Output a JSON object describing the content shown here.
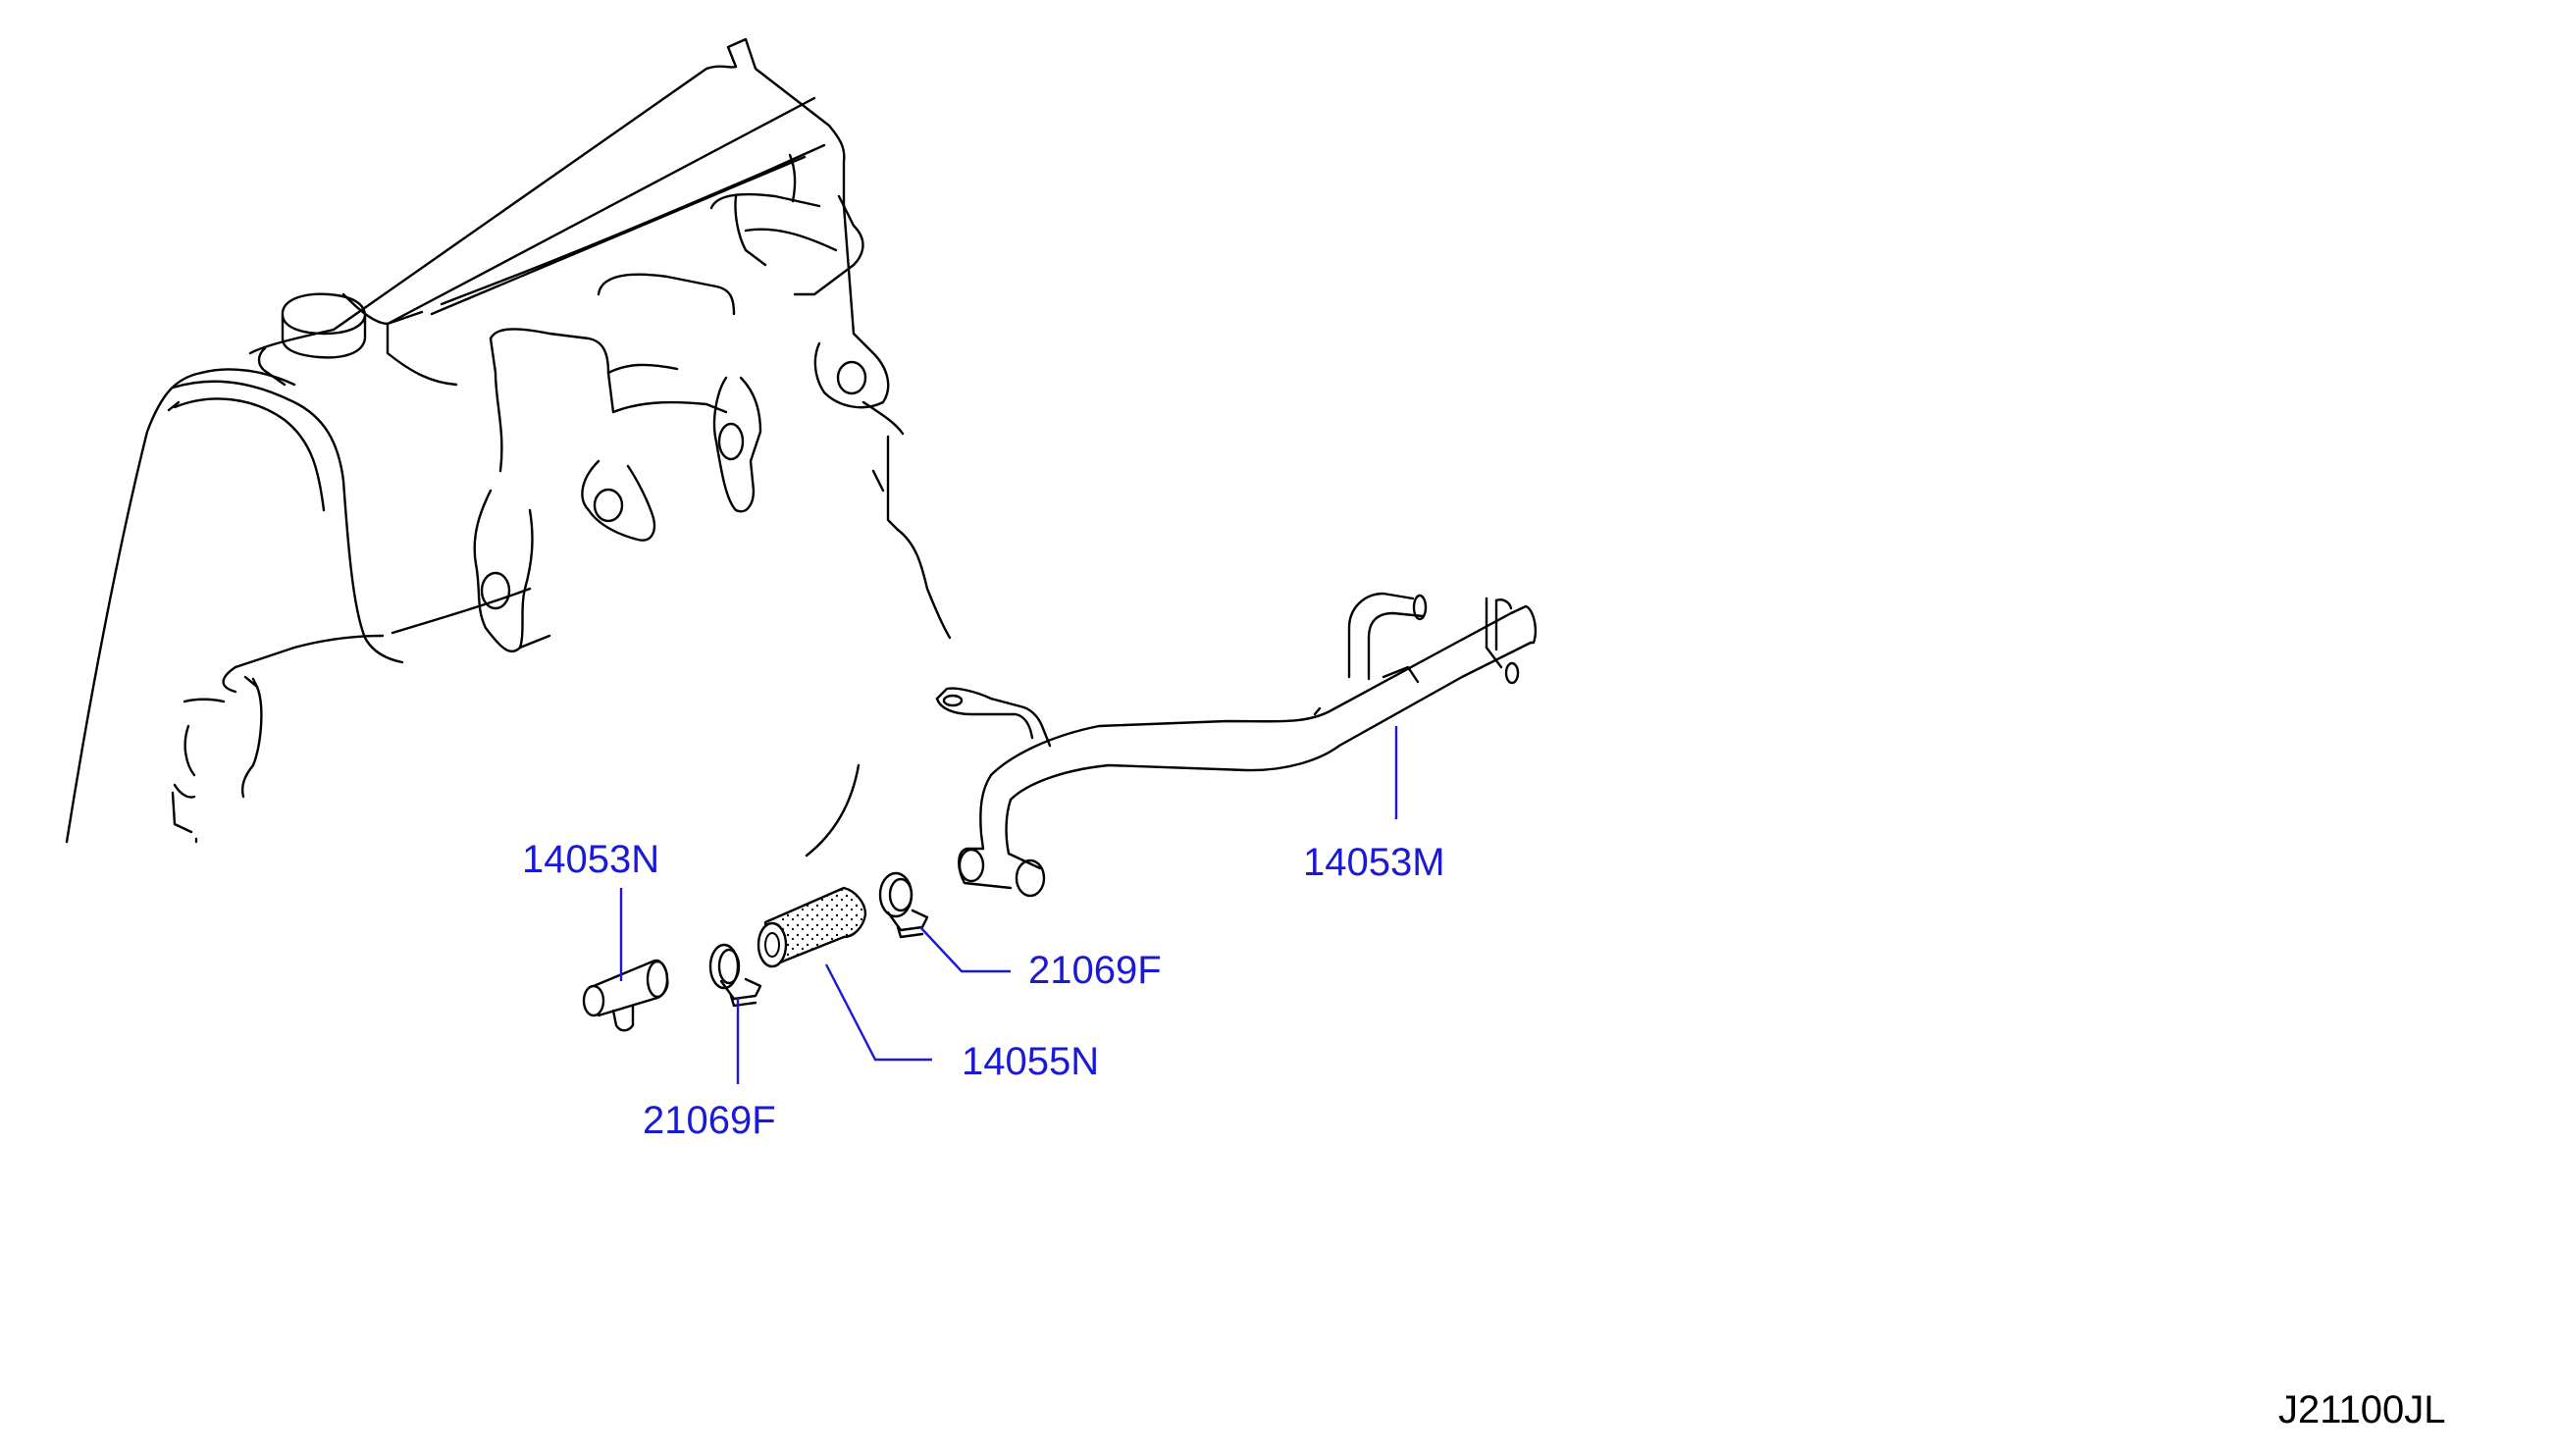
{
  "labels": {
    "pipe_14053N": "14053N",
    "pipe_14053M": "14053M",
    "hose_14055N": "14055N",
    "clamp_21069F_right": "21069F",
    "clamp_21069F_left": "21069F"
  },
  "diagram_code": "J21100JL",
  "colors": {
    "label": "#1a1ad6",
    "outline": "#000000",
    "background": "#ffffff"
  }
}
